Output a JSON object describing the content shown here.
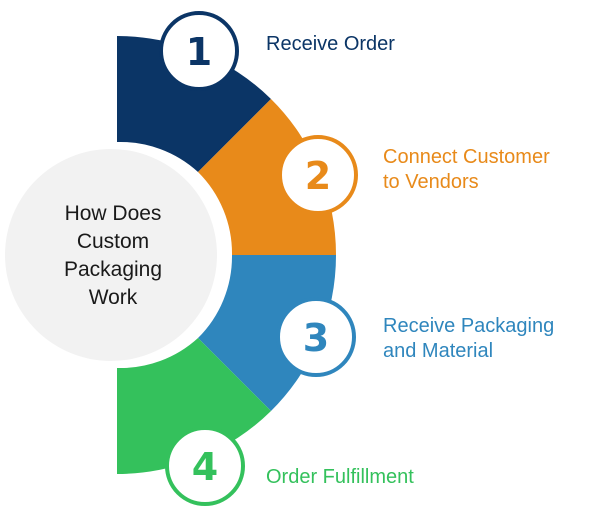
{
  "center_label": [
    "How Does",
    "Custom",
    "Packaging",
    "Work"
  ],
  "steps": [
    {
      "number": "1",
      "label": "Receive Order",
      "color": "#0b3566"
    },
    {
      "number": "2",
      "label": "Connect Customer\nto Vendors",
      "color": "#e88a1a"
    },
    {
      "number": "3",
      "label": "Receive Packaging\nand Material",
      "color": "#2f86bd"
    },
    {
      "number": "4",
      "label": "Order Fulfillment",
      "color": "#34c15c"
    }
  ],
  "colors": {
    "center_circle": "#f2f2f2",
    "center_text": "#1a1a1a",
    "badge_fill": "#ffffff"
  }
}
